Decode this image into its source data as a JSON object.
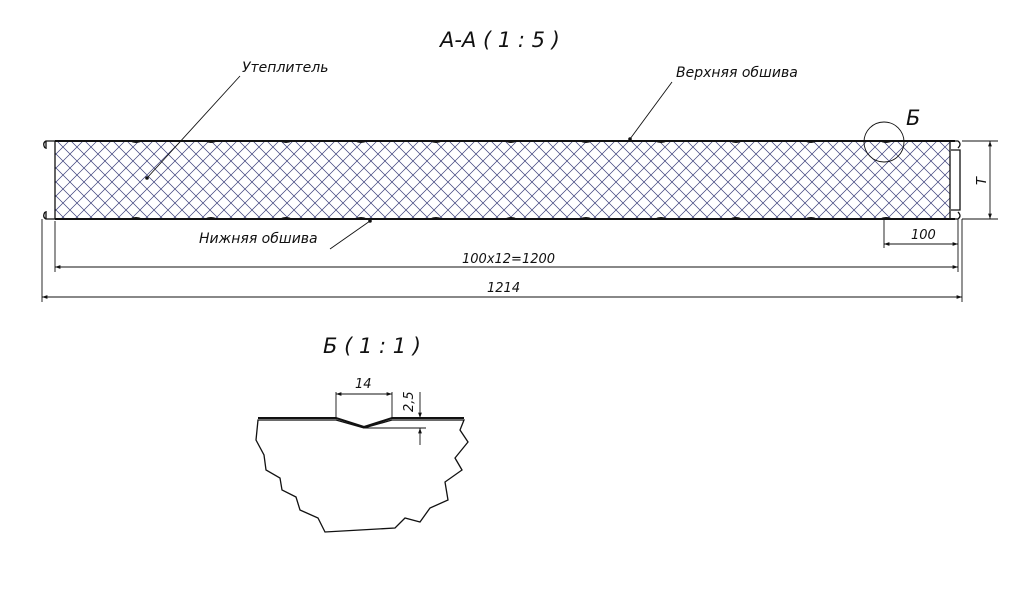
{
  "section": {
    "title": "А-А ( 1 : 5 )",
    "labels": {
      "insulation": "Утеплитель",
      "top_skin": "Верхняя обшива",
      "bottom_skin": "Нижняя обшива",
      "detail_marker": "Б"
    },
    "dimensions": {
      "thickness": "Т",
      "rib_pitch": "100",
      "rib_total": "100х12=1200",
      "overall": "1214"
    }
  },
  "detail": {
    "title": "Б ( 1 : 1 )",
    "dimensions": {
      "groove_width": "14",
      "groove_depth": "2,5"
    }
  },
  "colors": {
    "hatch": "#3a3f7a",
    "line": "#111111"
  }
}
